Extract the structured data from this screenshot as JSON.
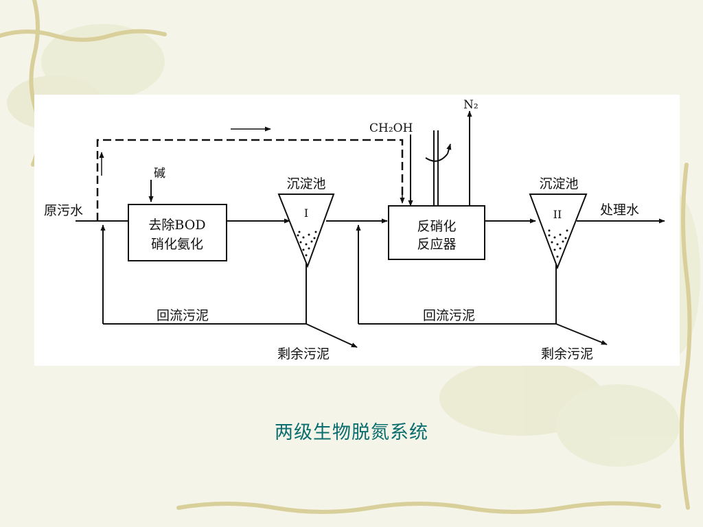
{
  "diagram": {
    "inputs": {
      "raw_sewage": "原污水",
      "alkali": "碱",
      "methanol": "CH₂OH",
      "nitrogen_gas": "N₂"
    },
    "units": {
      "nitrification_tank": {
        "line1": "去除BOD",
        "line2": "硝化氨化"
      },
      "settling_tank_1": {
        "title": "沉淀池",
        "numeral": "I"
      },
      "denitrification_reactor": {
        "line1": "反硝化",
        "line2": "反应器"
      },
      "settling_tank_2": {
        "title": "沉淀池",
        "numeral": "II"
      }
    },
    "streams": {
      "return_sludge_1": "回流污泥",
      "return_sludge_2": "回流污泥",
      "excess_sludge_1": "剩余污泥",
      "excess_sludge_2": "剩余污泥",
      "treated_water": "处理水"
    }
  },
  "caption": "两级生物脱氮系统",
  "colors": {
    "slide_bg": "#f4f4e8",
    "caption": "#0b6e6e",
    "vine": "#d8cf9a"
  }
}
